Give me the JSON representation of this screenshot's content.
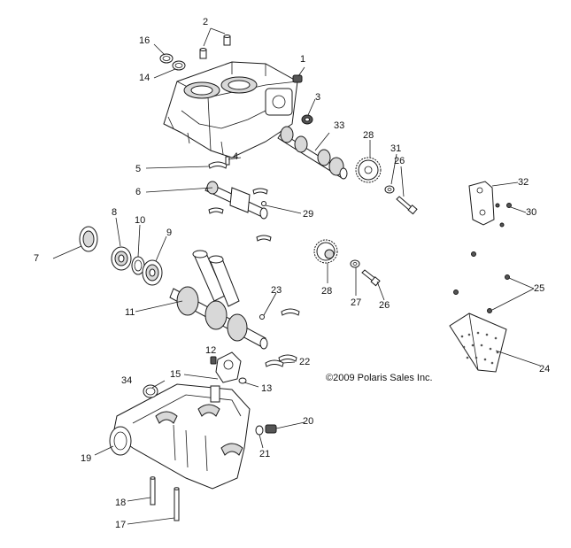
{
  "copyright": "©2009 Polaris Sales Inc.",
  "callouts": [
    {
      "id": "c1",
      "label": "1"
    },
    {
      "id": "c2",
      "label": "2"
    },
    {
      "id": "c3",
      "label": "3"
    },
    {
      "id": "c4",
      "label": "4"
    },
    {
      "id": "c5",
      "label": "5"
    },
    {
      "id": "c6",
      "label": "6"
    },
    {
      "id": "c7",
      "label": "7"
    },
    {
      "id": "c8",
      "label": "8"
    },
    {
      "id": "c9",
      "label": "9"
    },
    {
      "id": "c10",
      "label": "10"
    },
    {
      "id": "c11",
      "label": "11"
    },
    {
      "id": "c12",
      "label": "12"
    },
    {
      "id": "c13",
      "label": "13"
    },
    {
      "id": "c14",
      "label": "14"
    },
    {
      "id": "c15",
      "label": "15"
    },
    {
      "id": "c16",
      "label": "16"
    },
    {
      "id": "c17",
      "label": "17"
    },
    {
      "id": "c18",
      "label": "18"
    },
    {
      "id": "c19",
      "label": "19"
    },
    {
      "id": "c20",
      "label": "20"
    },
    {
      "id": "c21",
      "label": "21"
    },
    {
      "id": "c22",
      "label": "22"
    },
    {
      "id": "c23",
      "label": "23"
    },
    {
      "id": "c24",
      "label": "24"
    },
    {
      "id": "c25",
      "label": "25"
    },
    {
      "id": "c26a",
      "label": "26"
    },
    {
      "id": "c26b",
      "label": "26"
    },
    {
      "id": "c27",
      "label": "27"
    },
    {
      "id": "c28a",
      "label": "28"
    },
    {
      "id": "c28b",
      "label": "28"
    },
    {
      "id": "c29",
      "label": "29"
    },
    {
      "id": "c30",
      "label": "30"
    },
    {
      "id": "c31",
      "label": "31"
    },
    {
      "id": "c32",
      "label": "32"
    },
    {
      "id": "c33",
      "label": "33"
    },
    {
      "id": "c34",
      "label": "34"
    }
  ]
}
